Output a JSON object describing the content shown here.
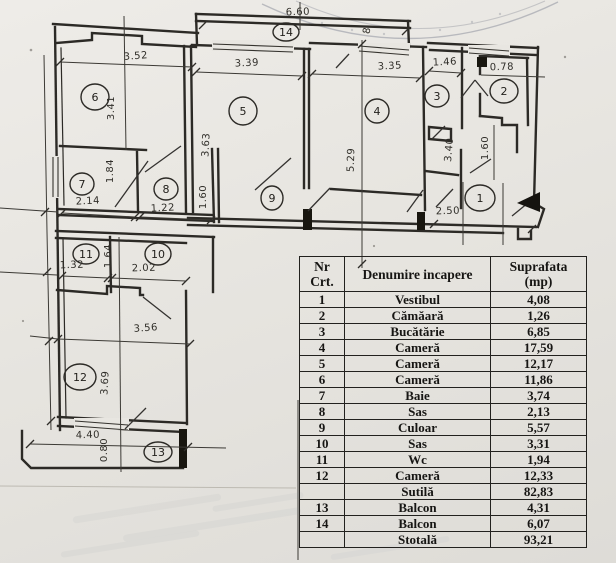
{
  "table": {
    "header": {
      "col_nr_line1": "Nr",
      "col_nr_line2": "Crt.",
      "col_name": "Denumire incapere",
      "col_area_line1": "Suprafata",
      "col_area_line2": "(mp)"
    },
    "rows": [
      {
        "nr": "1",
        "name": "Vestibul",
        "area": "4,08"
      },
      {
        "nr": "2",
        "name": "Cămăară",
        "area": "1,26"
      },
      {
        "nr": "3",
        "name": "Bucătărie",
        "area": "6,85"
      },
      {
        "nr": "4",
        "name": "Cameră",
        "area": "17,59"
      },
      {
        "nr": "5",
        "name": "Cameră",
        "area": "12,17"
      },
      {
        "nr": "6",
        "name": "Cameră",
        "area": "11,86"
      },
      {
        "nr": "7",
        "name": "Baie",
        "area": "3,74"
      },
      {
        "nr": "8",
        "name": "Sas",
        "area": "2,13"
      },
      {
        "nr": "9",
        "name": "Culoar",
        "area": "5,57"
      },
      {
        "nr": "10",
        "name": "Sas",
        "area": "3,31"
      },
      {
        "nr": "11",
        "name": "Wc",
        "area": "1,94"
      },
      {
        "nr": "12",
        "name": "Cameră",
        "area": "12,33"
      },
      {
        "nr": "",
        "name": "Sutilă",
        "area": "82,83"
      },
      {
        "nr": "13",
        "name": "Balcon",
        "area": "4,31"
      },
      {
        "nr": "14",
        "name": "Balcon",
        "area": "6,07"
      },
      {
        "nr": "",
        "name": "Stotală",
        "area": "93,21"
      }
    ]
  },
  "plan": {
    "room_numbers": [
      "1",
      "2",
      "3",
      "4",
      "5",
      "6",
      "7",
      "8",
      "9",
      "10",
      "11",
      "12",
      "13",
      "14"
    ],
    "dimensions": {
      "room6_width": "3.52",
      "room6_height": "3.41",
      "room5_width": "3.39",
      "room5_height": "3.63",
      "room4_width": "3.35",
      "room4_height": "5.29",
      "room3_width": "1.46",
      "room3_height": "3.40",
      "room2_width": "0.78",
      "room1_height": "1.60",
      "room1_width": "2.50",
      "room7_width": "2.14",
      "room7_height": "1.84",
      "room8_width": "1.22",
      "room9_height": "1.60",
      "room10_width": "2.02",
      "room11_width": "1.32",
      "room11_height": "1.64",
      "room12_width": "3.56",
      "room12_height": "3.69",
      "balcony13_width": "4.40",
      "balcony13_depth": "0.80",
      "balcony14_width": "6.60",
      "top_mark": "8"
    }
  }
}
